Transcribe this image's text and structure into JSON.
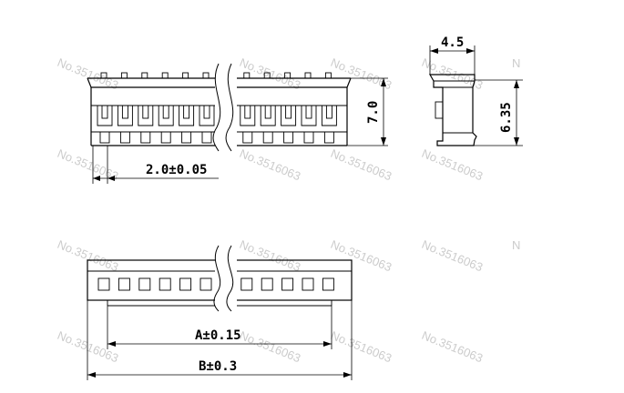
{
  "dimensions": {
    "pitch": "2.0±0.05",
    "height": "7.0",
    "depth": "4.5",
    "side_height": "6.35",
    "span_a": "A±0.15",
    "span_b": "B±0.3"
  },
  "watermark": {
    "text": "No.3516063",
    "edge_text": "N"
  }
}
